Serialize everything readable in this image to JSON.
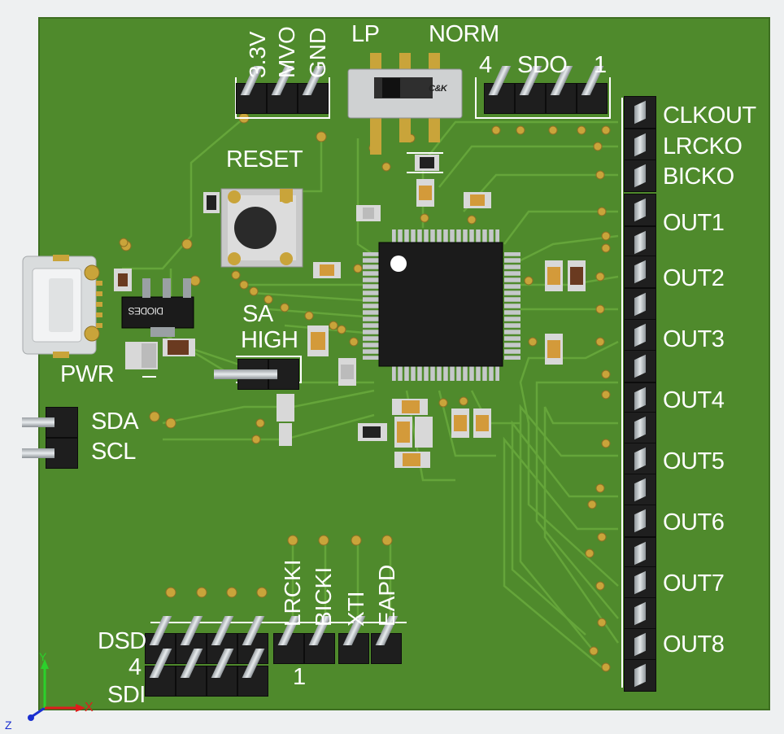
{
  "board": {
    "colors": {
      "background": "#eef0f1",
      "pcb": "#4f8a2c",
      "trace": "#5c9a33",
      "pad": "#c9a43a",
      "silk": "#ffffff",
      "chip": "#1b1b1b"
    },
    "labels": {
      "power_pins": [
        "3.3V",
        "MVO",
        "GND"
      ],
      "switch_lp": "LP",
      "switch_norm": "NORM",
      "sdo_4": "4",
      "sdo": "SDO",
      "sdo_1": "1",
      "clkout": "CLKOUT",
      "lrcko": "LRCKO",
      "bicko": "BICKO",
      "outs": [
        "OUT1",
        "OUT2",
        "OUT3",
        "OUT4",
        "OUT5",
        "OUT6",
        "OUT7",
        "OUT8"
      ],
      "reset": "RESET",
      "sa": "SA",
      "high": "HIGH",
      "pwr": "PWR",
      "sda": "SDA",
      "scl": "SCL",
      "bottom_vertical": [
        "LRCKI",
        "BICKI",
        "XTI",
        "EAPD"
      ],
      "dsd": "DSD",
      "dsd_4": "4",
      "bottom_1": "1",
      "sdi": "SDI",
      "regulator_marking": "DIODES",
      "switch_brand": "C&K",
      "axis_y": "Y",
      "axis_x": "X",
      "axis_z": "Z"
    }
  }
}
